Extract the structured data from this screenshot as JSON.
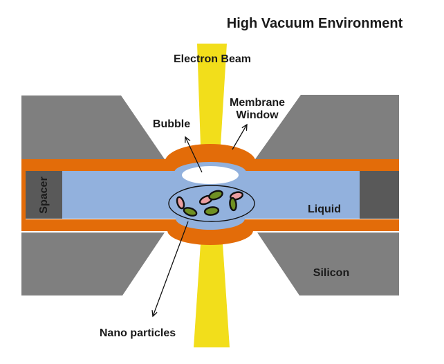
{
  "title": {
    "text": "High Vacuum Environment"
  },
  "labels": {
    "electron_beam": "Electron Beam",
    "membrane_line1": "Membrane",
    "membrane_line2": "Window",
    "bubble": "Bubble",
    "spacer": "Spacer",
    "liquid": "Liquid",
    "silicon": "Silicon",
    "nano_particles": "Nano particles"
  },
  "colors": {
    "title_red": "#ff0000",
    "beam_yellow": "#f2de1b",
    "membrane_orange": "#e36c09",
    "liquid_blue": "#92b1dd",
    "silicon_gray": "#7f7f7f",
    "spacer_gray": "#595959",
    "bubble_white": "#ffffff",
    "particle_green": "#6f9023",
    "particle_pink": "#eb9ea1",
    "label_white": "#ffffff",
    "label_black": "#1a1a1a"
  }
}
